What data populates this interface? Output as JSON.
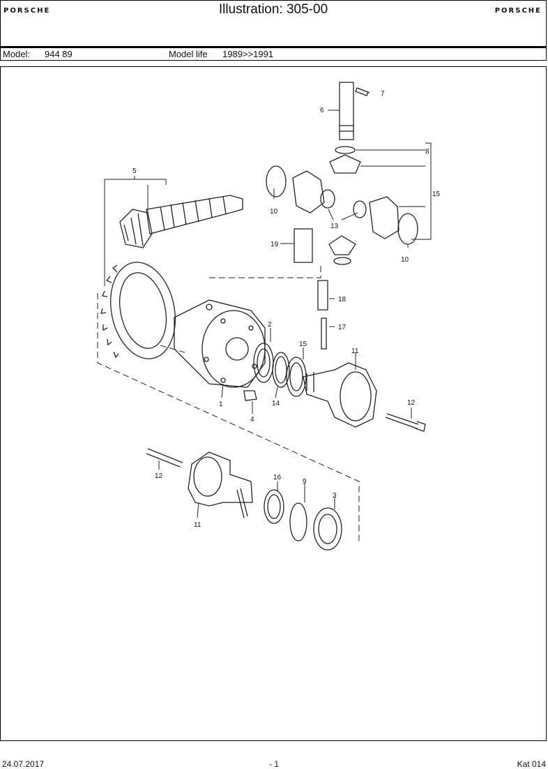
{
  "header": {
    "brand_left": "PORSCHE",
    "brand_right": "PORSCHE",
    "title": "Illustration: 305-00"
  },
  "model_bar": {
    "model_label": "Model:",
    "model_value": "944 89",
    "life_label": "Model life",
    "life_value": "1989>>1991"
  },
  "callouts": [
    "1",
    "2",
    "3",
    "4",
    "5",
    "6",
    "7",
    "8",
    "9",
    "10",
    "10",
    "11",
    "11",
    "12",
    "12",
    "13",
    "14",
    "15",
    "15",
    "16",
    "17",
    "18",
    "19"
  ],
  "footer": {
    "date": "24.07.2017",
    "page": "- 1",
    "catalog": "Kat 014"
  }
}
